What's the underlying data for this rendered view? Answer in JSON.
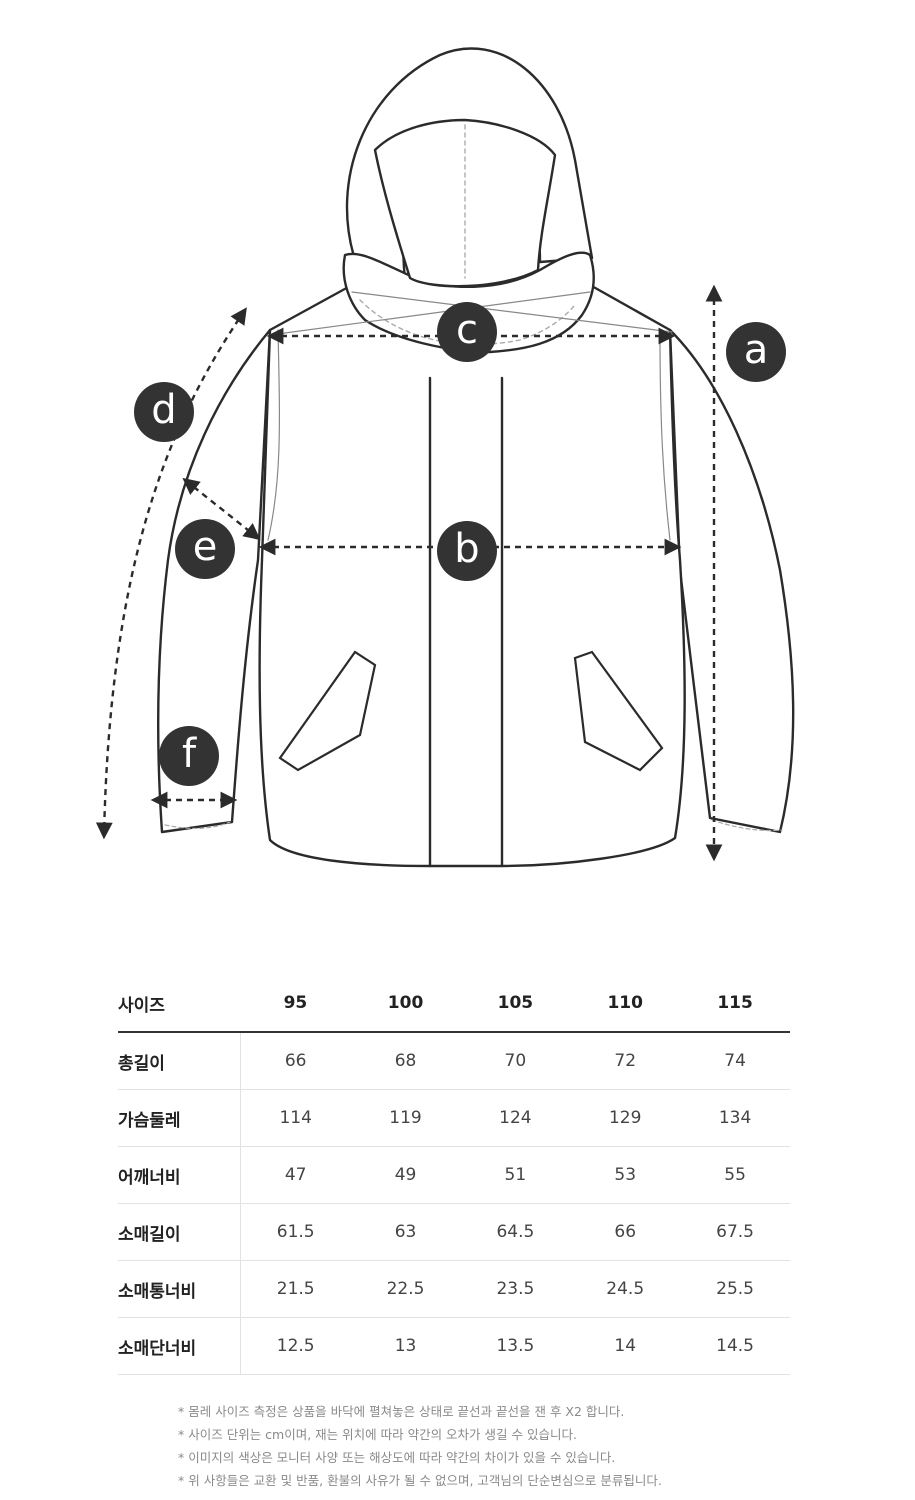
{
  "diagram": {
    "labels": {
      "a": "a",
      "b": "b",
      "c": "c",
      "d": "d",
      "e": "e",
      "f": "f"
    }
  },
  "table": {
    "header": {
      "label": "사이즈",
      "sizes": [
        "95",
        "100",
        "105",
        "110",
        "115"
      ]
    },
    "rows": [
      {
        "label": "총길이",
        "values": [
          "66",
          "68",
          "70",
          "72",
          "74"
        ]
      },
      {
        "label": "가슴둘레",
        "values": [
          "114",
          "119",
          "124",
          "129",
          "134"
        ]
      },
      {
        "label": "어깨너비",
        "values": [
          "47",
          "49",
          "51",
          "53",
          "55"
        ]
      },
      {
        "label": "소매길이",
        "values": [
          "61.5",
          "63",
          "64.5",
          "66",
          "67.5"
        ]
      },
      {
        "label": "소매통너비",
        "values": [
          "21.5",
          "22.5",
          "23.5",
          "24.5",
          "25.5"
        ]
      },
      {
        "label": "소매단너비",
        "values": [
          "12.5",
          "13",
          "13.5",
          "14",
          "14.5"
        ]
      }
    ]
  },
  "notes": [
    "* 몸레 사이즈 측정은 상품을 바닥에 펼쳐놓은 상태로 끝선과 끝선을 잰 후 X2 합니다.",
    "* 사이즈 단위는 cm이며, 재는 위치에 따라 약간의 오차가 생길 수 있습니다.",
    "* 이미지의 색상은 모니터 사양 또는 해상도에 따라 약간의 차이가 있을 수 있습니다.",
    "* 위 사항들은 교환 및 반품, 환불의 사유가 될 수 없으며, 고객님의 단순변심으로 분류됩니다."
  ]
}
